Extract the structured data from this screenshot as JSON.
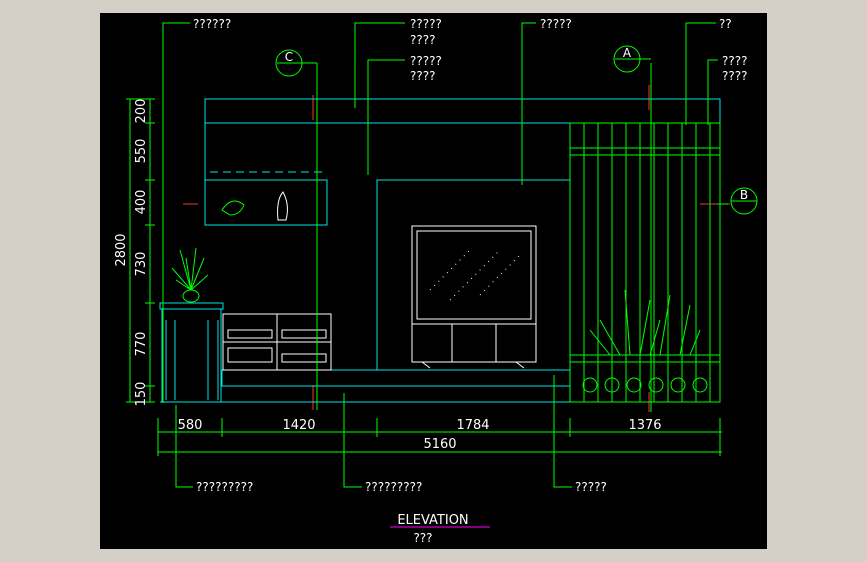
{
  "callouts": {
    "top_left": "??????",
    "top_center_a_line1": "?????",
    "top_center_a_line2": "????",
    "top_center_b_line1": "?????",
    "top_center_b_line2": "????",
    "top_center_c": "?????",
    "top_right_a": "??",
    "top_right_b_line1": "????",
    "top_right_b_line2": "????",
    "bottom_1": "?????????",
    "bottom_2": "?????????",
    "bottom_3": "?????"
  },
  "section_markers": {
    "c": "C",
    "a": "A",
    "b": "B"
  },
  "vertical_dims": {
    "d200": "200",
    "d550": "550",
    "d400": "400",
    "d730": "730",
    "d770": "770",
    "d150": "150",
    "total": "2800"
  },
  "horizontal_dims": {
    "d580": "580",
    "d1420": "1420",
    "d1784": "1784",
    "d1376": "1376",
    "total": "5160"
  },
  "title": {
    "main": "ELEVATION",
    "sub": "???"
  },
  "colors": {
    "background": "#000000",
    "frame": "#d4d0c8",
    "outline": "#00ffff",
    "callout": "#00ff00",
    "dimension": "#00ff00",
    "section_line": "#ff0000",
    "title_underline": "#ff00ff",
    "text": "#ffffff"
  }
}
